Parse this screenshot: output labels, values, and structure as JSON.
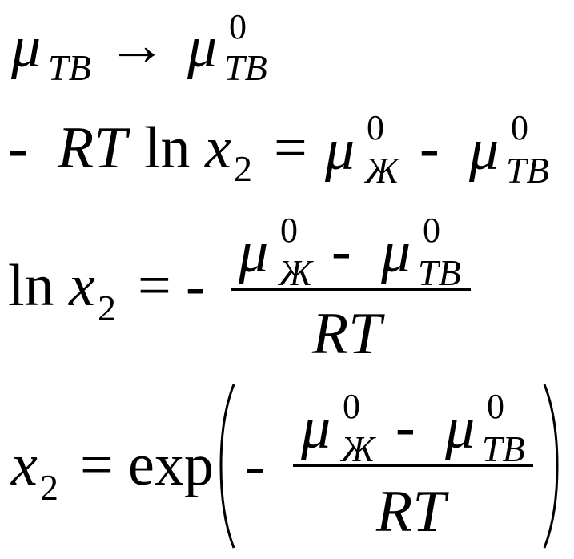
{
  "symbols": {
    "mu": "μ",
    "arrow": "→",
    "minus": "-",
    "equals": "=",
    "ln": "ln",
    "x": "x",
    "two": "2",
    "zero": "0",
    "RT": "RT",
    "exp": "exp",
    "sub_tv": "ТВ",
    "sub_zh": "Ж"
  }
}
